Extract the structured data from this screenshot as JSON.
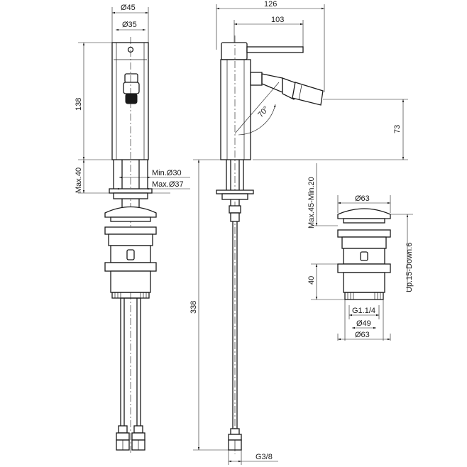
{
  "dimensions": {
    "front_outer_diameter": "Ø45",
    "front_inner_diameter": "Ø35",
    "body_height": "138",
    "max_deck_thickness": "Max.40",
    "min_hole_diameter": "Min.Ø30",
    "max_hole_diameter": "Max.Ø37",
    "total_projection": "126",
    "spout_projection": "103",
    "spout_angle": "70°",
    "spout_height": "73",
    "hose_length": "338",
    "hose_connection": "G3/8",
    "waste_top_diameter": "Ø63",
    "waste_thickness_range": "Max.45-Min.20",
    "waste_up_down": "Up.15-Down.6",
    "waste_depth": "40",
    "waste_thread": "G1.1/4",
    "waste_inner_diameter": "Ø49",
    "waste_outer_diameter": "Ø63"
  }
}
